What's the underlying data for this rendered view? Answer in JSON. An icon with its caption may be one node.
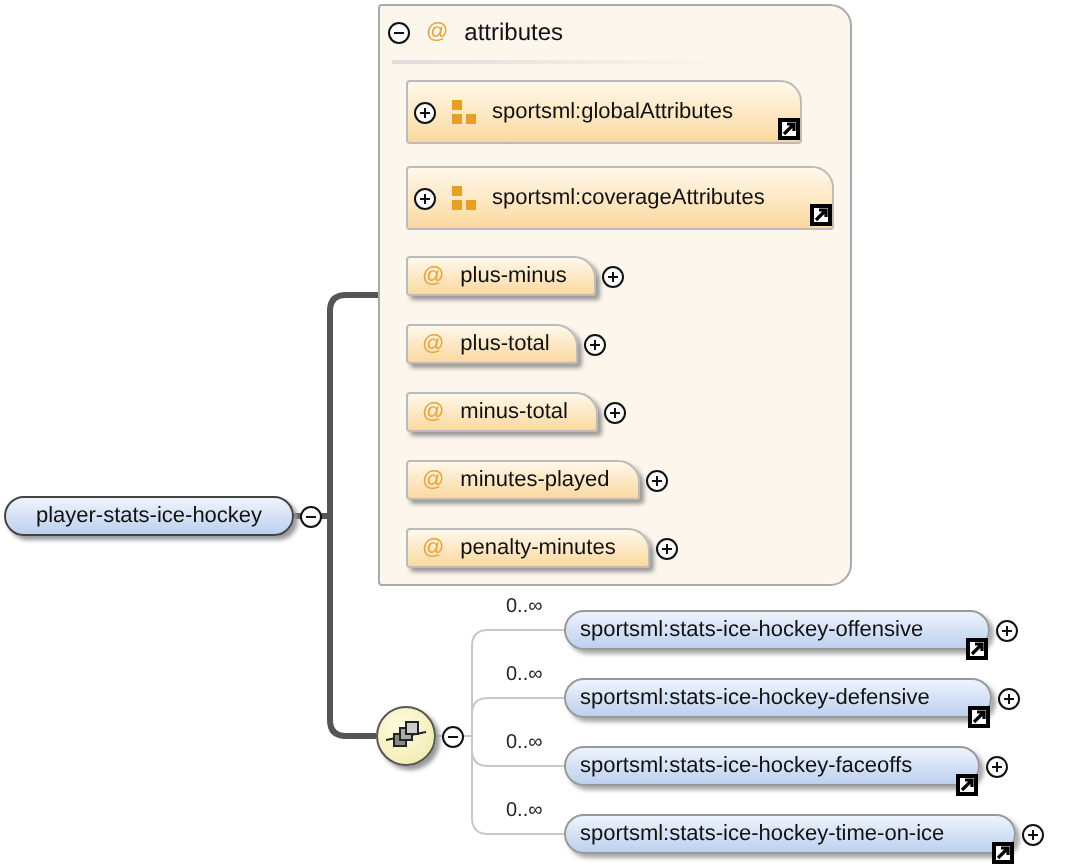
{
  "diagram": {
    "nodes": [
      {
        "text": [
          "player-stats-ice-hockey"
        ]
      },
      {
        "text": [
          "@",
          "attributes"
        ]
      },
      {
        "text": [
          "sportsml:globalAttributes"
        ],
        "in": 1
      },
      {
        "text": [
          "sportsml:coverageAttributes"
        ],
        "in": 1
      },
      {
        "text": [
          "@",
          "plus-minus"
        ],
        "in": 1
      },
      {
        "text": [
          "@",
          "plus-total"
        ],
        "in": 1
      },
      {
        "text": [
          "@",
          "minus-total"
        ],
        "in": 1
      },
      {
        "text": [
          "@",
          "minutes-played"
        ],
        "in": 1
      },
      {
        "text": [
          "@",
          "penalty-minutes"
        ],
        "in": 1
      },
      {
        "text": [],
        "shape": "circle"
      },
      {
        "text": [
          "sportsml:stats-ice-hockey-offensive"
        ],
        "beside": [
          "0..∞"
        ]
      },
      {
        "text": [
          "sportsml:stats-ice-hockey-defensive"
        ],
        "beside": [
          "0..∞"
        ]
      },
      {
        "text": [
          "sportsml:stats-ice-hockey-faceoffs"
        ],
        "beside": [
          "0..∞"
        ]
      },
      {
        "text": [
          "sportsml:stats-ice-hockey-time-on-ice"
        ],
        "beside": [
          "0..∞"
        ]
      }
    ],
    "edges": [
      {
        "from": 0,
        "to": 1,
        "arrow": "none",
        "style": "thick",
        "color": "#555555"
      },
      {
        "from": 0,
        "to": 9,
        "arrow": "none",
        "style": "thick",
        "color": "#555555"
      },
      {
        "from": 9,
        "to": 10,
        "arrow": "none"
      },
      {
        "from": 9,
        "to": 11,
        "arrow": "none"
      },
      {
        "from": 9,
        "to": 12,
        "arrow": "none"
      },
      {
        "from": 9,
        "to": 13,
        "arrow": "none"
      }
    ]
  }
}
